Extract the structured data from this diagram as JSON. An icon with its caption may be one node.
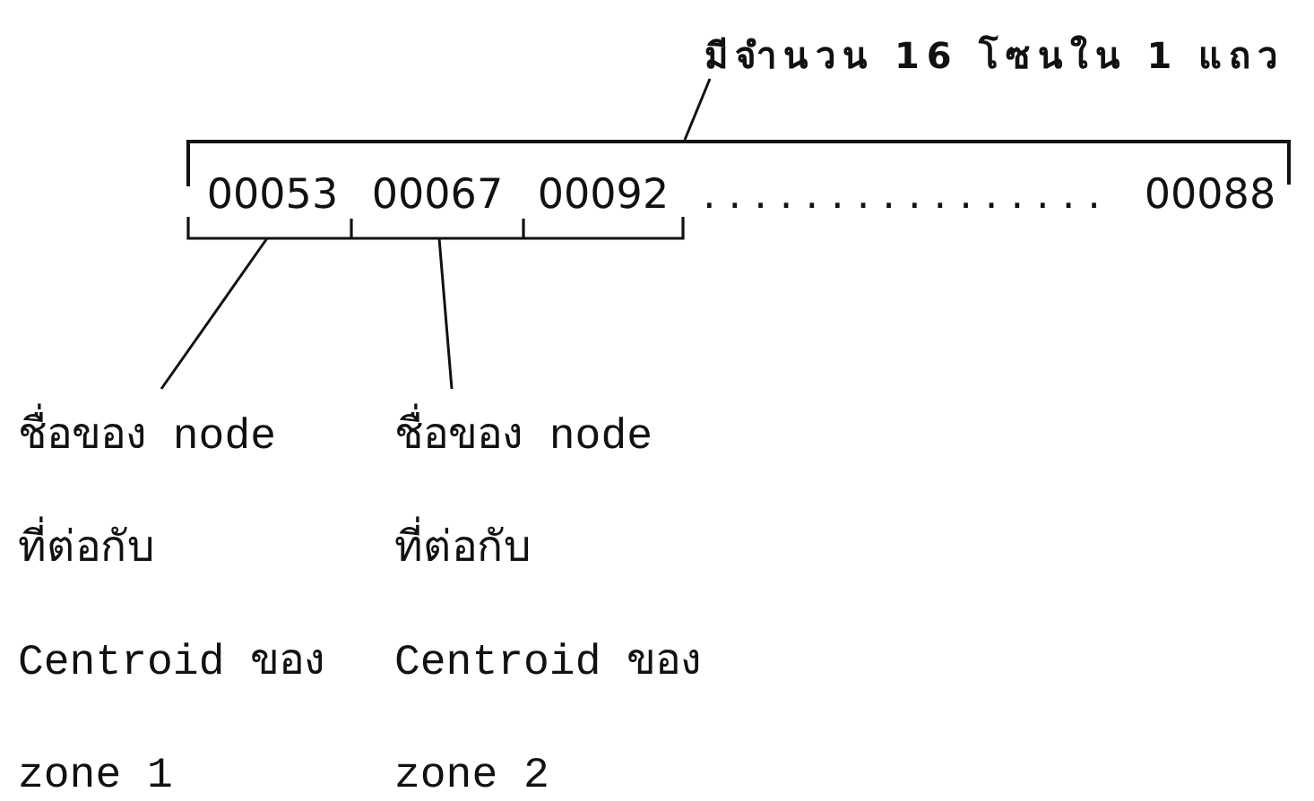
{
  "diagram": {
    "nodes": [
      {
        "text": [
          "มีจำนวน 16 โซนใน 1 แถว"
        ]
      },
      {
        "text": [],
        "shape": "bar"
      },
      {
        "text": [
          "00053"
        ],
        "in": 1
      },
      {
        "text": [
          "00067"
        ],
        "in": 1
      },
      {
        "text": [
          "00092"
        ],
        "in": 1
      },
      {
        "text": [
          "00088"
        ],
        "in": 1
      },
      {
        "text": [
          "ชื่อของ node ที่ต่อกับ Centroid ของ zone 1"
        ]
      },
      {
        "text": [
          "ชื่อของ node ที่ต่อกับ Centroid ของ zone 2"
        ]
      }
    ],
    "edges": [
      {
        "from": 0,
        "to": 1,
        "arrow": "none"
      },
      {
        "from": 6,
        "to": 2,
        "arrow": "none"
      },
      {
        "from": 7,
        "to": 3,
        "arrow": "none"
      }
    ],
    "labels": [
      "................"
    ]
  }
}
